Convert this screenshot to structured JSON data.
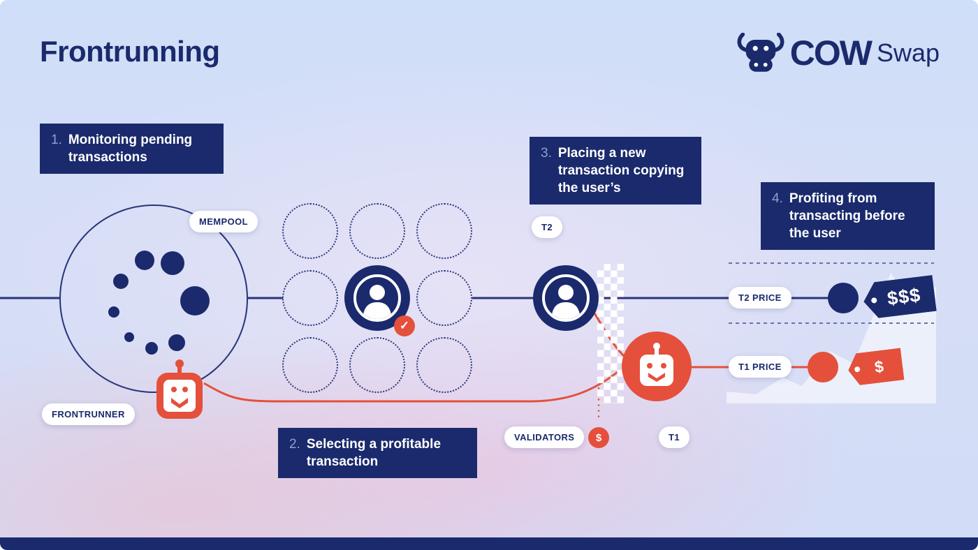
{
  "page": {
    "title": "Frontrunning"
  },
  "logo": {
    "brand": "COW",
    "suffix": "Swap",
    "icon": "cow-icon"
  },
  "steps": [
    {
      "num": "1.",
      "label": "Monitoring pending transactions"
    },
    {
      "num": "2.",
      "label": "Selecting a profitable transaction"
    },
    {
      "num": "3.",
      "label": "Placing a new transaction copying the user’s"
    },
    {
      "num": "4.",
      "label": "Profiting from transacting before the user"
    }
  ],
  "nodes": {
    "mempool_label": "MEMPOOL",
    "frontrunner_label": "FRONTRUNNER",
    "validators_label": "VALIDATORS",
    "validators_badge": "$",
    "t2_label": "T2",
    "t1_label": "T1",
    "t2_price_label": "T2 PRICE",
    "t1_price_label": "T1 PRICE",
    "t2_price_tag": "$$$",
    "t1_price_tag": "$"
  },
  "icons": {
    "check": "✓",
    "dollar": "$"
  },
  "colors": {
    "navy": "#1A2A6C",
    "red": "#E4503B",
    "pill": "#FFFFFF"
  }
}
